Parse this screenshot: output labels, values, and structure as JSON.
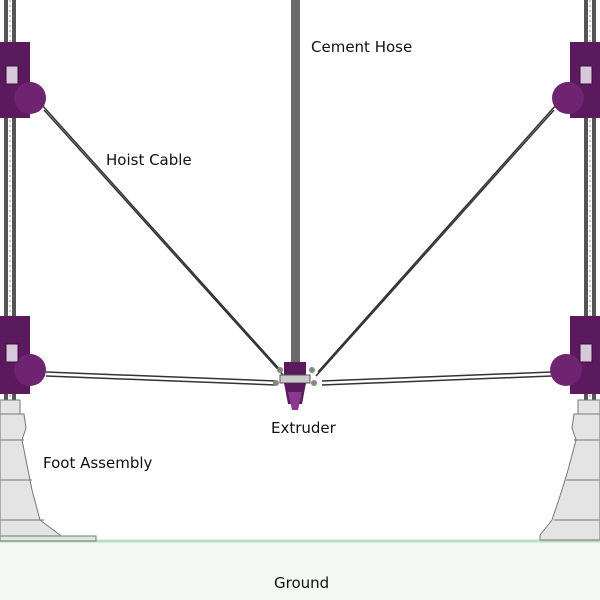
{
  "labels": {
    "cement_hose": "Cement Hose",
    "hoist_cable": "Hoist Cable",
    "extruder": "Extruder",
    "foot_assembly": "Foot Assembly",
    "ground": "Ground"
  },
  "colors": {
    "carriage": "#5b1a5e",
    "carriage_light": "#8a3a8c",
    "hose": "#6a6a6a",
    "column": "#555555",
    "cable": "#333333",
    "ground_top": "#cfe6d4",
    "ground_fill": "#f3f8f4",
    "foot": "#e4e4e4"
  }
}
